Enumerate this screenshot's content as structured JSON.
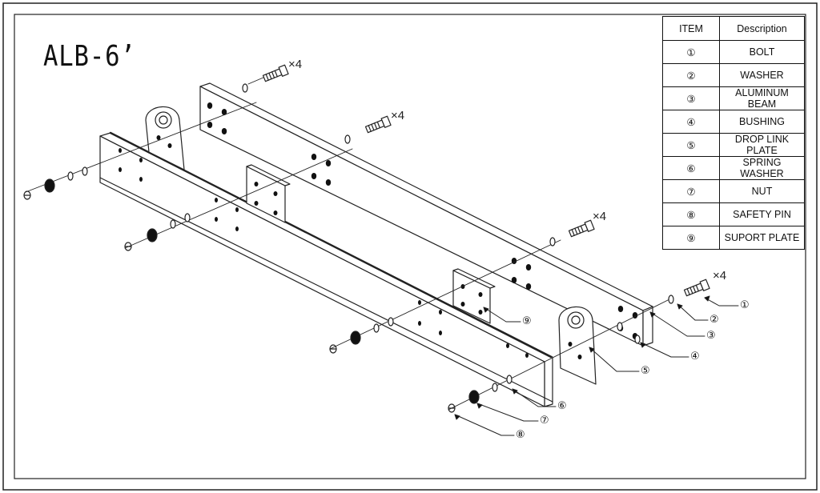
{
  "title": "ALB-6’",
  "table": {
    "headers": [
      "ITEM",
      "Description"
    ],
    "rows": [
      {
        "item": "①",
        "desc": "BOLT"
      },
      {
        "item": "②",
        "desc": "WASHER"
      },
      {
        "item": "③",
        "desc": "ALUMINUM BEAM"
      },
      {
        "item": "④",
        "desc": "BUSHING"
      },
      {
        "item": "⑤",
        "desc": "DROP LINK PLATE"
      },
      {
        "item": "⑥",
        "desc": "SPRING WASHER"
      },
      {
        "item": "⑦",
        "desc": "NUT"
      },
      {
        "item": "⑧",
        "desc": "SAFETY PIN"
      },
      {
        "item": "⑨",
        "desc": "SUPORT PLATE"
      }
    ]
  },
  "multipliers": [
    "×4",
    "×4",
    "×4",
    "×4"
  ],
  "callouts": [
    "①",
    "②",
    "③",
    "④",
    "⑤",
    "⑥",
    "⑦",
    "⑧",
    "⑨"
  ]
}
